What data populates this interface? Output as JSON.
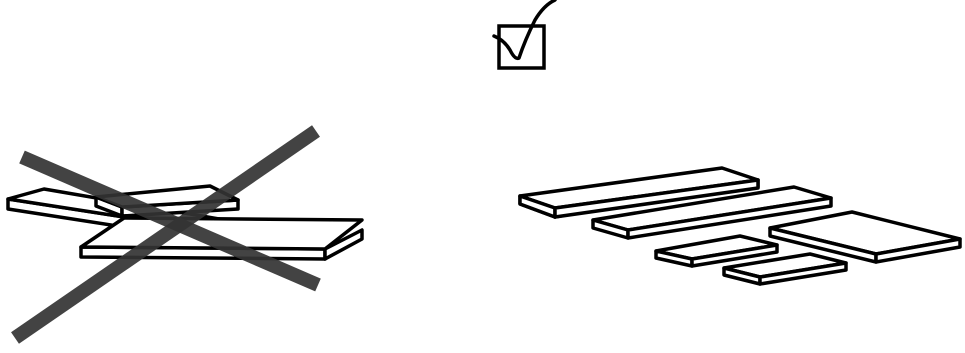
{
  "figure": {
    "incorrect_example": {
      "meaning": "stacked-overlapping-boards",
      "overlay_mark": "x-cross",
      "board_count": 4
    },
    "correct_example": {
      "meaning": "boards-laid-flat-separately",
      "indicator": "checkbox-checked-icon",
      "board_count": 5
    },
    "colors": {
      "background": "#ffffff",
      "outline": "#000000",
      "cross_mark": "#333333"
    }
  }
}
